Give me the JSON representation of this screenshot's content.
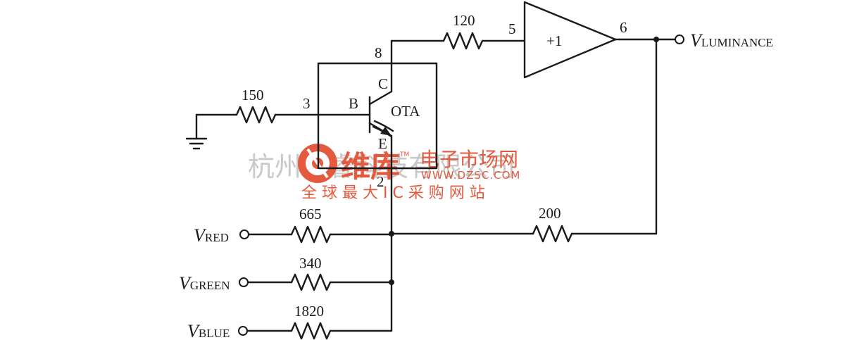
{
  "components": {
    "r_150": "150",
    "r_120": "120",
    "r_665": "665",
    "r_340": "340",
    "r_1820": "1820",
    "r_200": "200"
  },
  "buffer": {
    "gain": "+1",
    "pin_in": "5",
    "pin_out": "6"
  },
  "ota": {
    "label": "OTA",
    "pin_collector": "8",
    "pin_base": "3",
    "pin_emitter": "2",
    "base_letter": "B",
    "collector_letter": "C",
    "emitter_letter": "E"
  },
  "inputs": {
    "red_v": "V",
    "red_sub": "RED",
    "green_v": "V",
    "green_sub": "GREEN",
    "blue_v": "V",
    "blue_sub": "BLUE"
  },
  "output": {
    "v": "V",
    "sub": "LUMINANCE"
  },
  "watermark": {
    "gray_text": "杭州将睿科技有限公司",
    "brand_cn": "维库",
    "brand_tail": "电子市场网",
    "url": "WWW.DZSC.COM",
    "slogan": "全 球 最 大 I C 采 购 网 站",
    "tm": "TM"
  },
  "colors": {
    "ink": "#1a1a1a",
    "watermark_red": "#e45a3e",
    "watermark_gray": "#c9c9c9"
  }
}
